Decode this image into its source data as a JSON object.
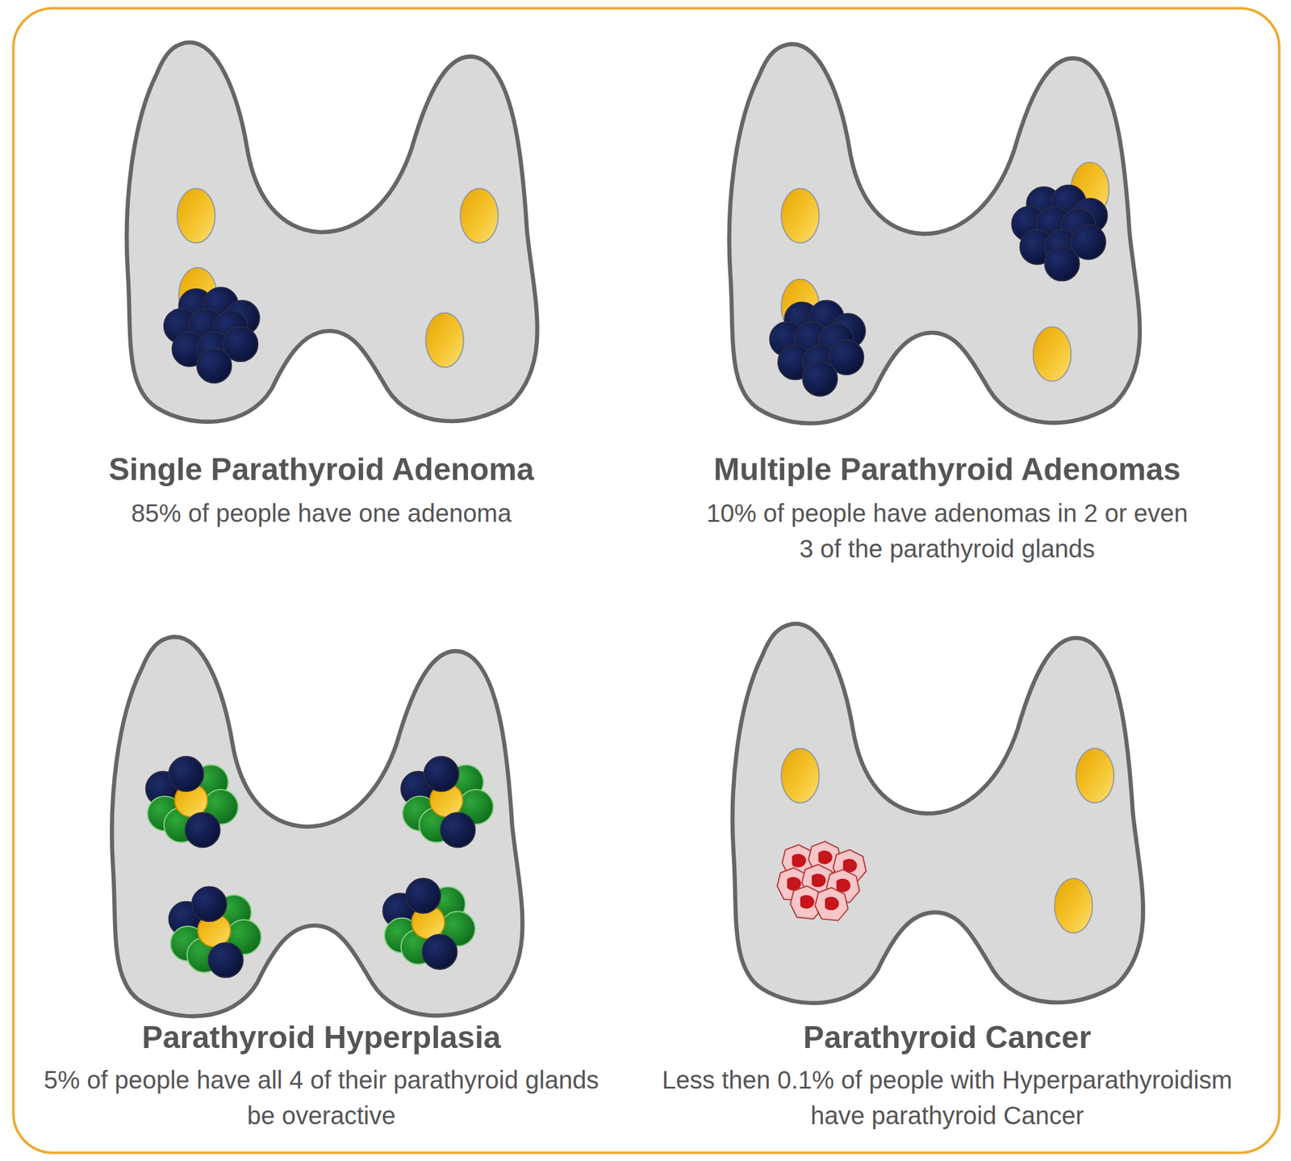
{
  "diagram": {
    "labels": [
      "Single Parathyroid Adenoma",
      "85% of people have one adenoma",
      "Multiple Parathyroid Adenomas",
      "10% of people have adenomas in 2 or even 3 of the parathyroid glands",
      "Parathyroid Hyperplasia",
      "5% of people have all 4 of their parathyroid glands be overactive",
      "Parathyroid Cancer",
      "Less then 0.1% of people with Hyperparathyroidism have parathyroid Cancer"
    ]
  }
}
